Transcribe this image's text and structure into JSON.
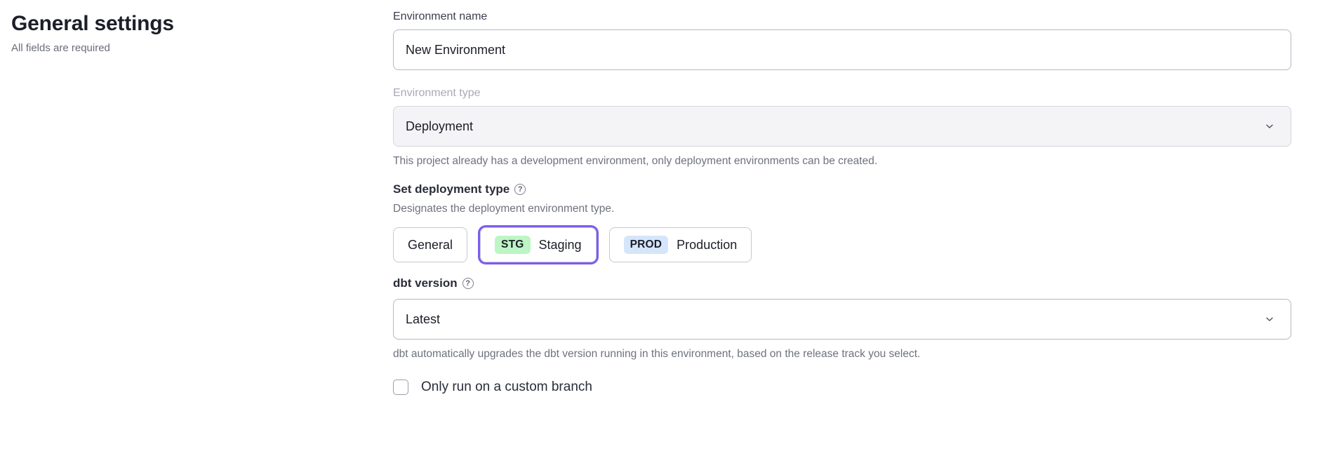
{
  "header": {
    "title": "General settings",
    "subtitle": "All fields are required"
  },
  "form": {
    "environment_name": {
      "label": "Environment name",
      "value": "New Environment",
      "placeholder": "Environment name"
    },
    "environment_type": {
      "label": "Environment type",
      "value": "Deployment",
      "help": "This project already has a development environment, only deployment environments can be created.",
      "chevron_icon": "chevron-down-icon"
    },
    "deployment_type": {
      "title": "Set deployment type",
      "help_icon": "?",
      "description": "Designates the deployment environment type.",
      "options": [
        {
          "tag": "",
          "label": "General",
          "selected": false,
          "focused": false
        },
        {
          "tag": "STG",
          "label": "Staging",
          "selected": false,
          "focused": true
        },
        {
          "tag": "PROD",
          "label": "Production",
          "selected": false,
          "focused": false
        }
      ]
    },
    "dbt_version": {
      "title": "dbt version",
      "help_icon": "?",
      "value": "Latest",
      "help": "dbt automatically upgrades the dbt version running in this environment, based on the release track you select.",
      "chevron_icon": "chevron-down-icon"
    },
    "custom_branch": {
      "label": "Only run on a custom branch",
      "checked": false
    }
  },
  "colors": {
    "focus_ring": "#7c5cf0",
    "stg_tag_bg": "#bdf5c5",
    "prod_tag_bg": "#d5e6fb",
    "disabled_field_bg": "#f4f4f6"
  }
}
